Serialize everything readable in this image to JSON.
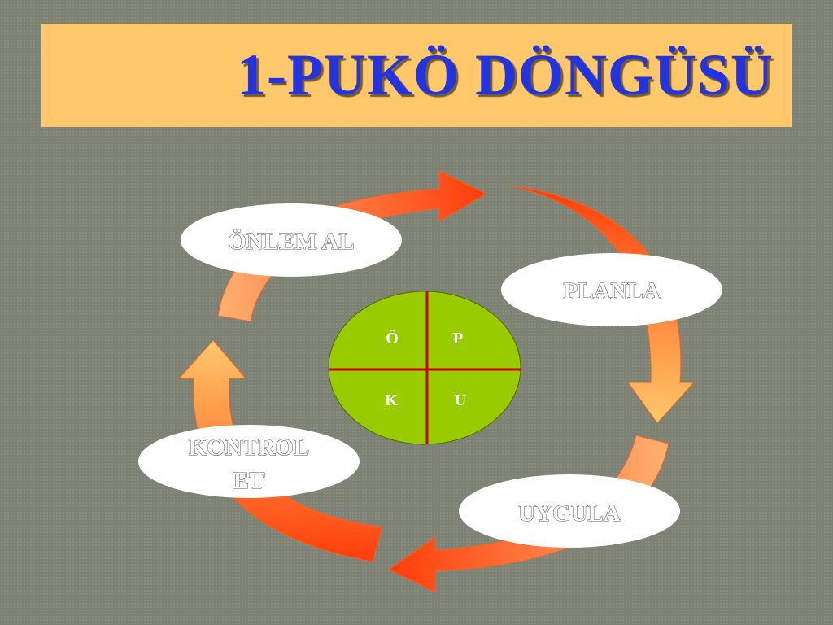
{
  "title": "1-PUKÖ DÖNGÜSÜ",
  "steps": {
    "planla": "PLANLA",
    "uygula": "UYGULA",
    "kontrol_line1": "KONTROL",
    "kontrol_line2": "ET",
    "onlem": "ÖNLEM AL"
  },
  "center": {
    "top_left": "Ö",
    "top_right": "P",
    "bottom_left": "K",
    "bottom_right": "U"
  },
  "colors": {
    "background": "#7e8274",
    "title_box": "#ffc86a",
    "title_text": "#2233e0",
    "arrow_dark": "#ff3d0a",
    "arrow_light": "#ffc86a",
    "center_fill": "#99cc00",
    "center_divider": "#cc0000"
  }
}
